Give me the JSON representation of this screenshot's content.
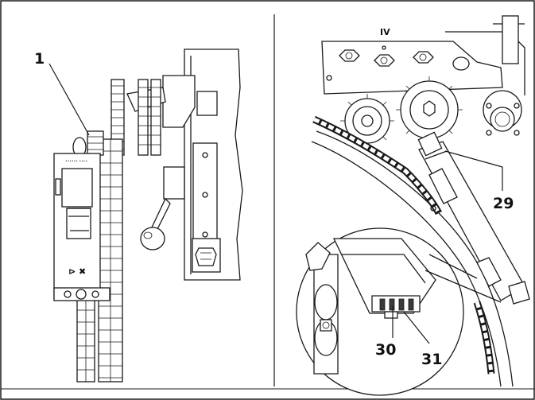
{
  "left_panel": {
    "callout_1": "1",
    "box_caption": "•••••• ••••",
    "box_glyph": "⊳ ✖"
  },
  "right_panel": {
    "roman_label": "IV",
    "callout_29": "29",
    "callout_30": "30",
    "callout_31": "31"
  }
}
